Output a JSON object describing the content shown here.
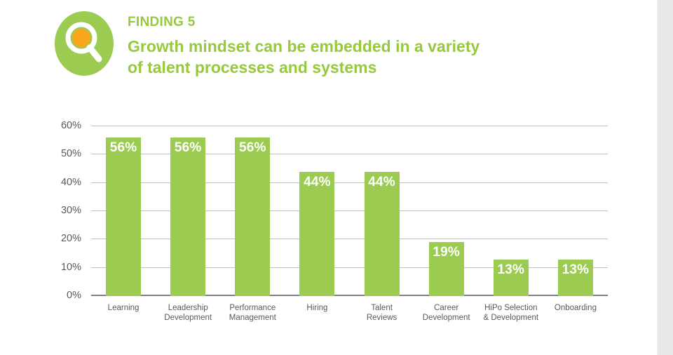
{
  "header": {
    "badge_icon": "magnifier-icon",
    "kicker": "FINDING 5",
    "headline": "Growth mindset can be embedded in a variety of talent processes and systems"
  },
  "colors": {
    "brand_green": "#97c93d",
    "bar_green": "#9bcc51",
    "badge_green": "#9bcc51",
    "lens_orange": "#faa61a",
    "gridline": "#bfbfbf",
    "axis": "#808080",
    "tick_text": "#58595b",
    "value_text": "#ffffff",
    "background": "#ffffff",
    "right_band": "#e8e8e8"
  },
  "chart_data": {
    "type": "bar",
    "title": "Growth mindset can be embedded in a variety of talent processes and systems",
    "xlabel": "",
    "ylabel": "",
    "ylim": [
      0,
      60
    ],
    "ytick_values": [
      60,
      50,
      40,
      30,
      20,
      10,
      0
    ],
    "ytick_labels": [
      "60%",
      "50%",
      "40%",
      "30%",
      "20%",
      "10%",
      "0%"
    ],
    "grid": true,
    "legend": false,
    "value_label_format": "{v}%",
    "categories": [
      "Learning",
      "Leadership Development",
      "Performance Management",
      "Hiring",
      "Talent Reviews",
      "Career Development",
      "HiPo Selection & Development",
      "Onboarding"
    ],
    "values": [
      56,
      56,
      56,
      44,
      44,
      19,
      13,
      13
    ],
    "bars": [
      {
        "category_line1": "Learning",
        "category_line2": "",
        "value": 56,
        "label": "56%"
      },
      {
        "category_line1": "Leadership",
        "category_line2": "Development",
        "value": 56,
        "label": "56%"
      },
      {
        "category_line1": "Performance",
        "category_line2": "Management",
        "value": 56,
        "label": "56%"
      },
      {
        "category_line1": "Hiring",
        "category_line2": "",
        "value": 44,
        "label": "44%"
      },
      {
        "category_line1": "Talent",
        "category_line2": "Reviews",
        "value": 44,
        "label": "44%"
      },
      {
        "category_line1": "Career",
        "category_line2": "Development",
        "value": 19,
        "label": "19%"
      },
      {
        "category_line1": "HiPo Selection",
        "category_line2": "& Development",
        "value": 13,
        "label": "13%"
      },
      {
        "category_line1": "Onboarding",
        "category_line2": "",
        "value": 13,
        "label": "13%"
      }
    ]
  }
}
